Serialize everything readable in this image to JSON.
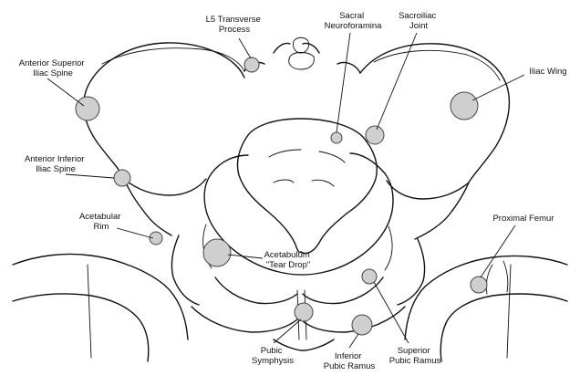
{
  "labels": [
    {
      "id": "asis",
      "lines": [
        "Anterior Superior",
        "Iliac Spine"
      ]
    },
    {
      "id": "l5tp",
      "lines": [
        "L5 Transverse",
        "Process"
      ]
    },
    {
      "id": "sacral",
      "lines": [
        "Sacral",
        "Neuroforamina"
      ]
    },
    {
      "id": "sij",
      "lines": [
        "Sacroiliac",
        "Joint"
      ]
    },
    {
      "id": "wing",
      "lines": [
        "Iliac Wing"
      ]
    },
    {
      "id": "aiis",
      "lines": [
        "Anterior Inferior",
        "Iliac Spine"
      ]
    },
    {
      "id": "rim",
      "lines": [
        "Acetabular",
        "Rim"
      ]
    },
    {
      "id": "femur",
      "lines": [
        "Proximal Femur"
      ]
    },
    {
      "id": "teardrop",
      "lines": [
        "Acetabulum",
        "\"Tear Drop\""
      ]
    },
    {
      "id": "symph",
      "lines": [
        "Pubic",
        "Symphysis"
      ]
    },
    {
      "id": "infr",
      "lines": [
        "Inferior",
        "Pubic Ramus"
      ]
    },
    {
      "id": "supr",
      "lines": [
        "Superior",
        "Pubic Ramus"
      ]
    }
  ]
}
